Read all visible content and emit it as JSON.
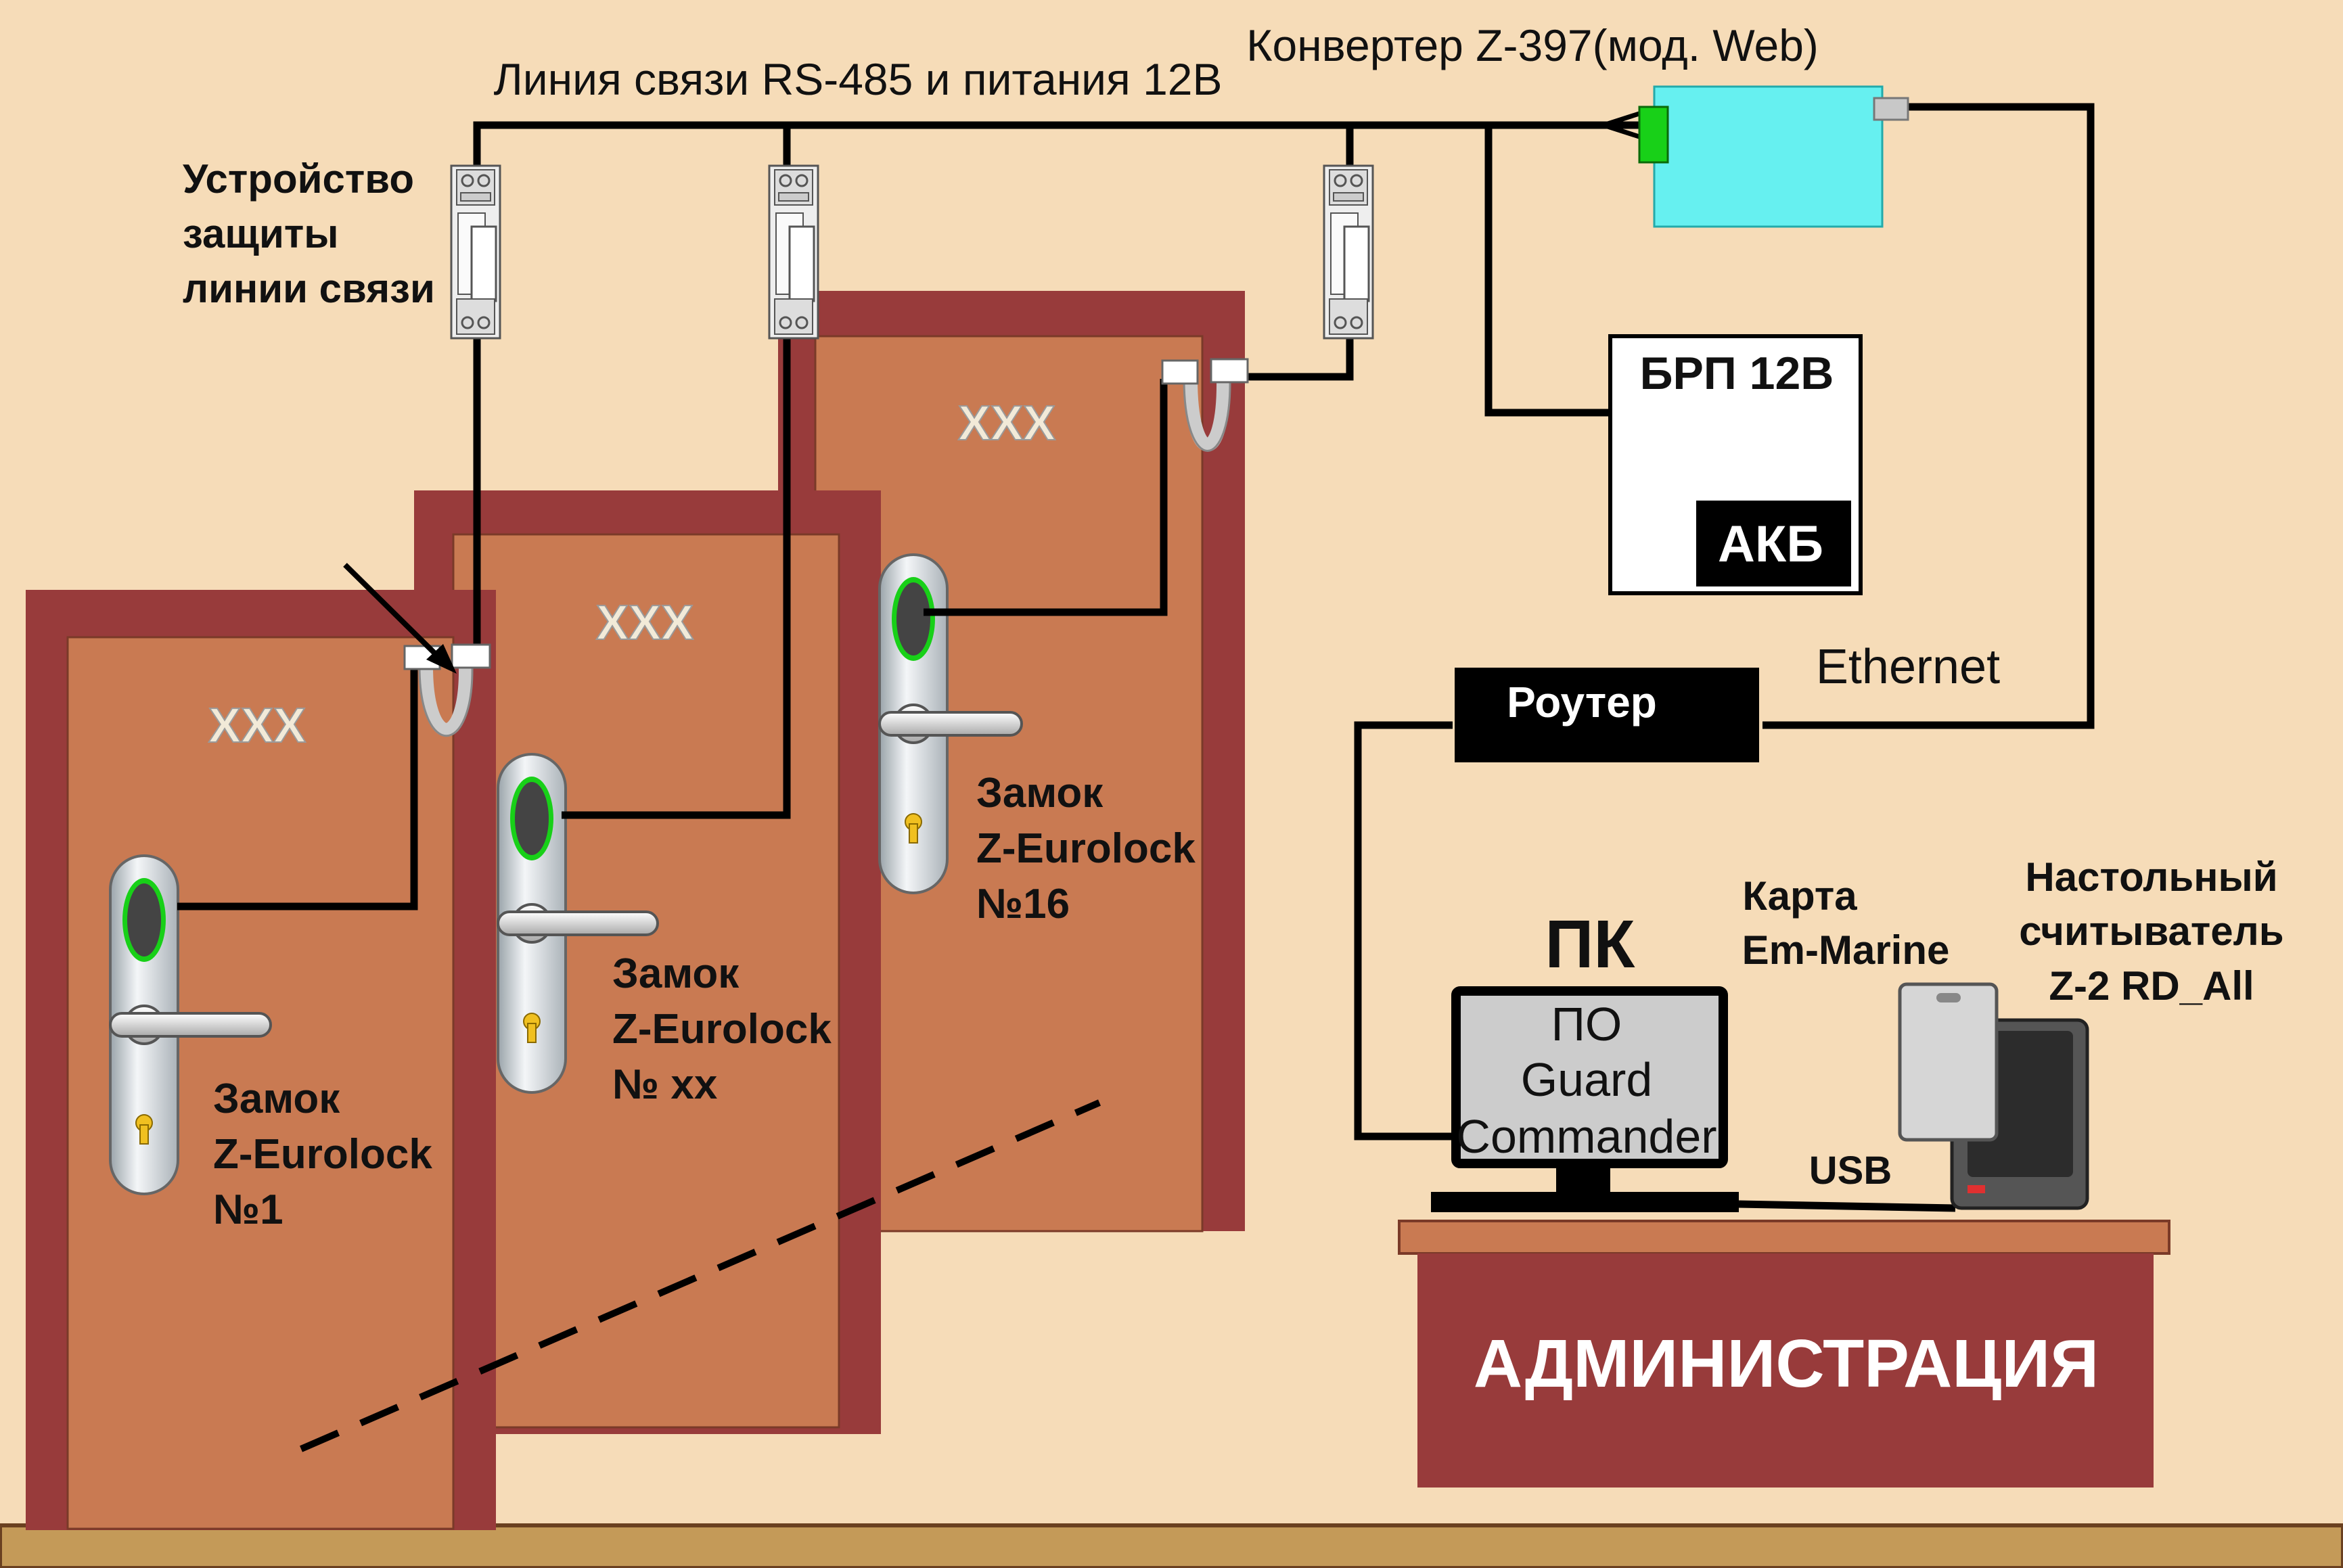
{
  "labels": {
    "converter": "Конвертер Z-397(мод. Web)",
    "line": "Линия связи RS-485 и питания 12В",
    "protection": [
      "Устройство",
      "защиты",
      "линии связи"
    ],
    "psu": "БРП 12В",
    "battery": "АКБ",
    "ethernet": "Ethernet",
    "router": "Роутер",
    "pc": "ПК",
    "software": [
      "ПО",
      "Guard",
      "Commander"
    ],
    "card": [
      "Карта",
      "Em-Marine"
    ],
    "reader": [
      "Настольный",
      "считыватель",
      "Z-2 RD_All"
    ],
    "usb": "USB",
    "administration": "АДМИНИСТРАЦИЯ"
  },
  "doors": [
    {
      "room": "XXX",
      "lock": [
        "Замок",
        "Z-Eurolock",
        "№1"
      ]
    },
    {
      "room": "XXX",
      "lock": [
        "Замок",
        "Z-Eurolock",
        "№ xx"
      ]
    },
    {
      "room": "XXX",
      "lock": [
        "Замок",
        "Z-Eurolock",
        "№16"
      ]
    }
  ],
  "colors": {
    "background": "#f6dcb8",
    "door_frame": "#983b3b",
    "door_panel": "#c97a52",
    "converter": "#66f0f0",
    "connector_green": "#18d018",
    "admin_desk": "#983b3b",
    "wire": "#000000"
  }
}
